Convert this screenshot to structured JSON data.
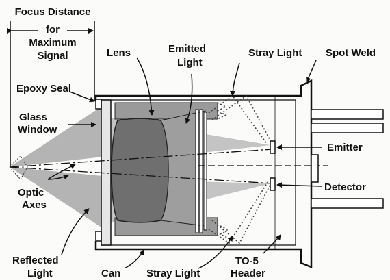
{
  "labels": {
    "focus_line1": "Focus Distance",
    "focus_line2": "for",
    "focus_line3": "Maximum",
    "focus_line4": "Signal",
    "epoxy_seal": "Epoxy Seal",
    "glass_line1": "Glass",
    "glass_line2": "Window",
    "optic_line1": "Optic",
    "optic_line2": "Axes",
    "reflected_line1": "Reflected",
    "reflected_line2": "Light",
    "lens": "Lens",
    "emitted_line1": "Emitted",
    "emitted_line2": "Light",
    "stray_light_top": "Stray Light",
    "spot_weld": "Spot Weld",
    "emitter": "Emitter",
    "detector": "Detector",
    "can": "Can",
    "stray_light_bottom": "Stray Light",
    "to5_line1": "TO-5",
    "to5_line2": "Header"
  },
  "colors": {
    "ink": "#111111",
    "beam_gray": "#b4b4b4",
    "lens_gray": "#6f6f6f",
    "housing_gray": "#9a9a9a",
    "background": "#fbfbf9"
  }
}
